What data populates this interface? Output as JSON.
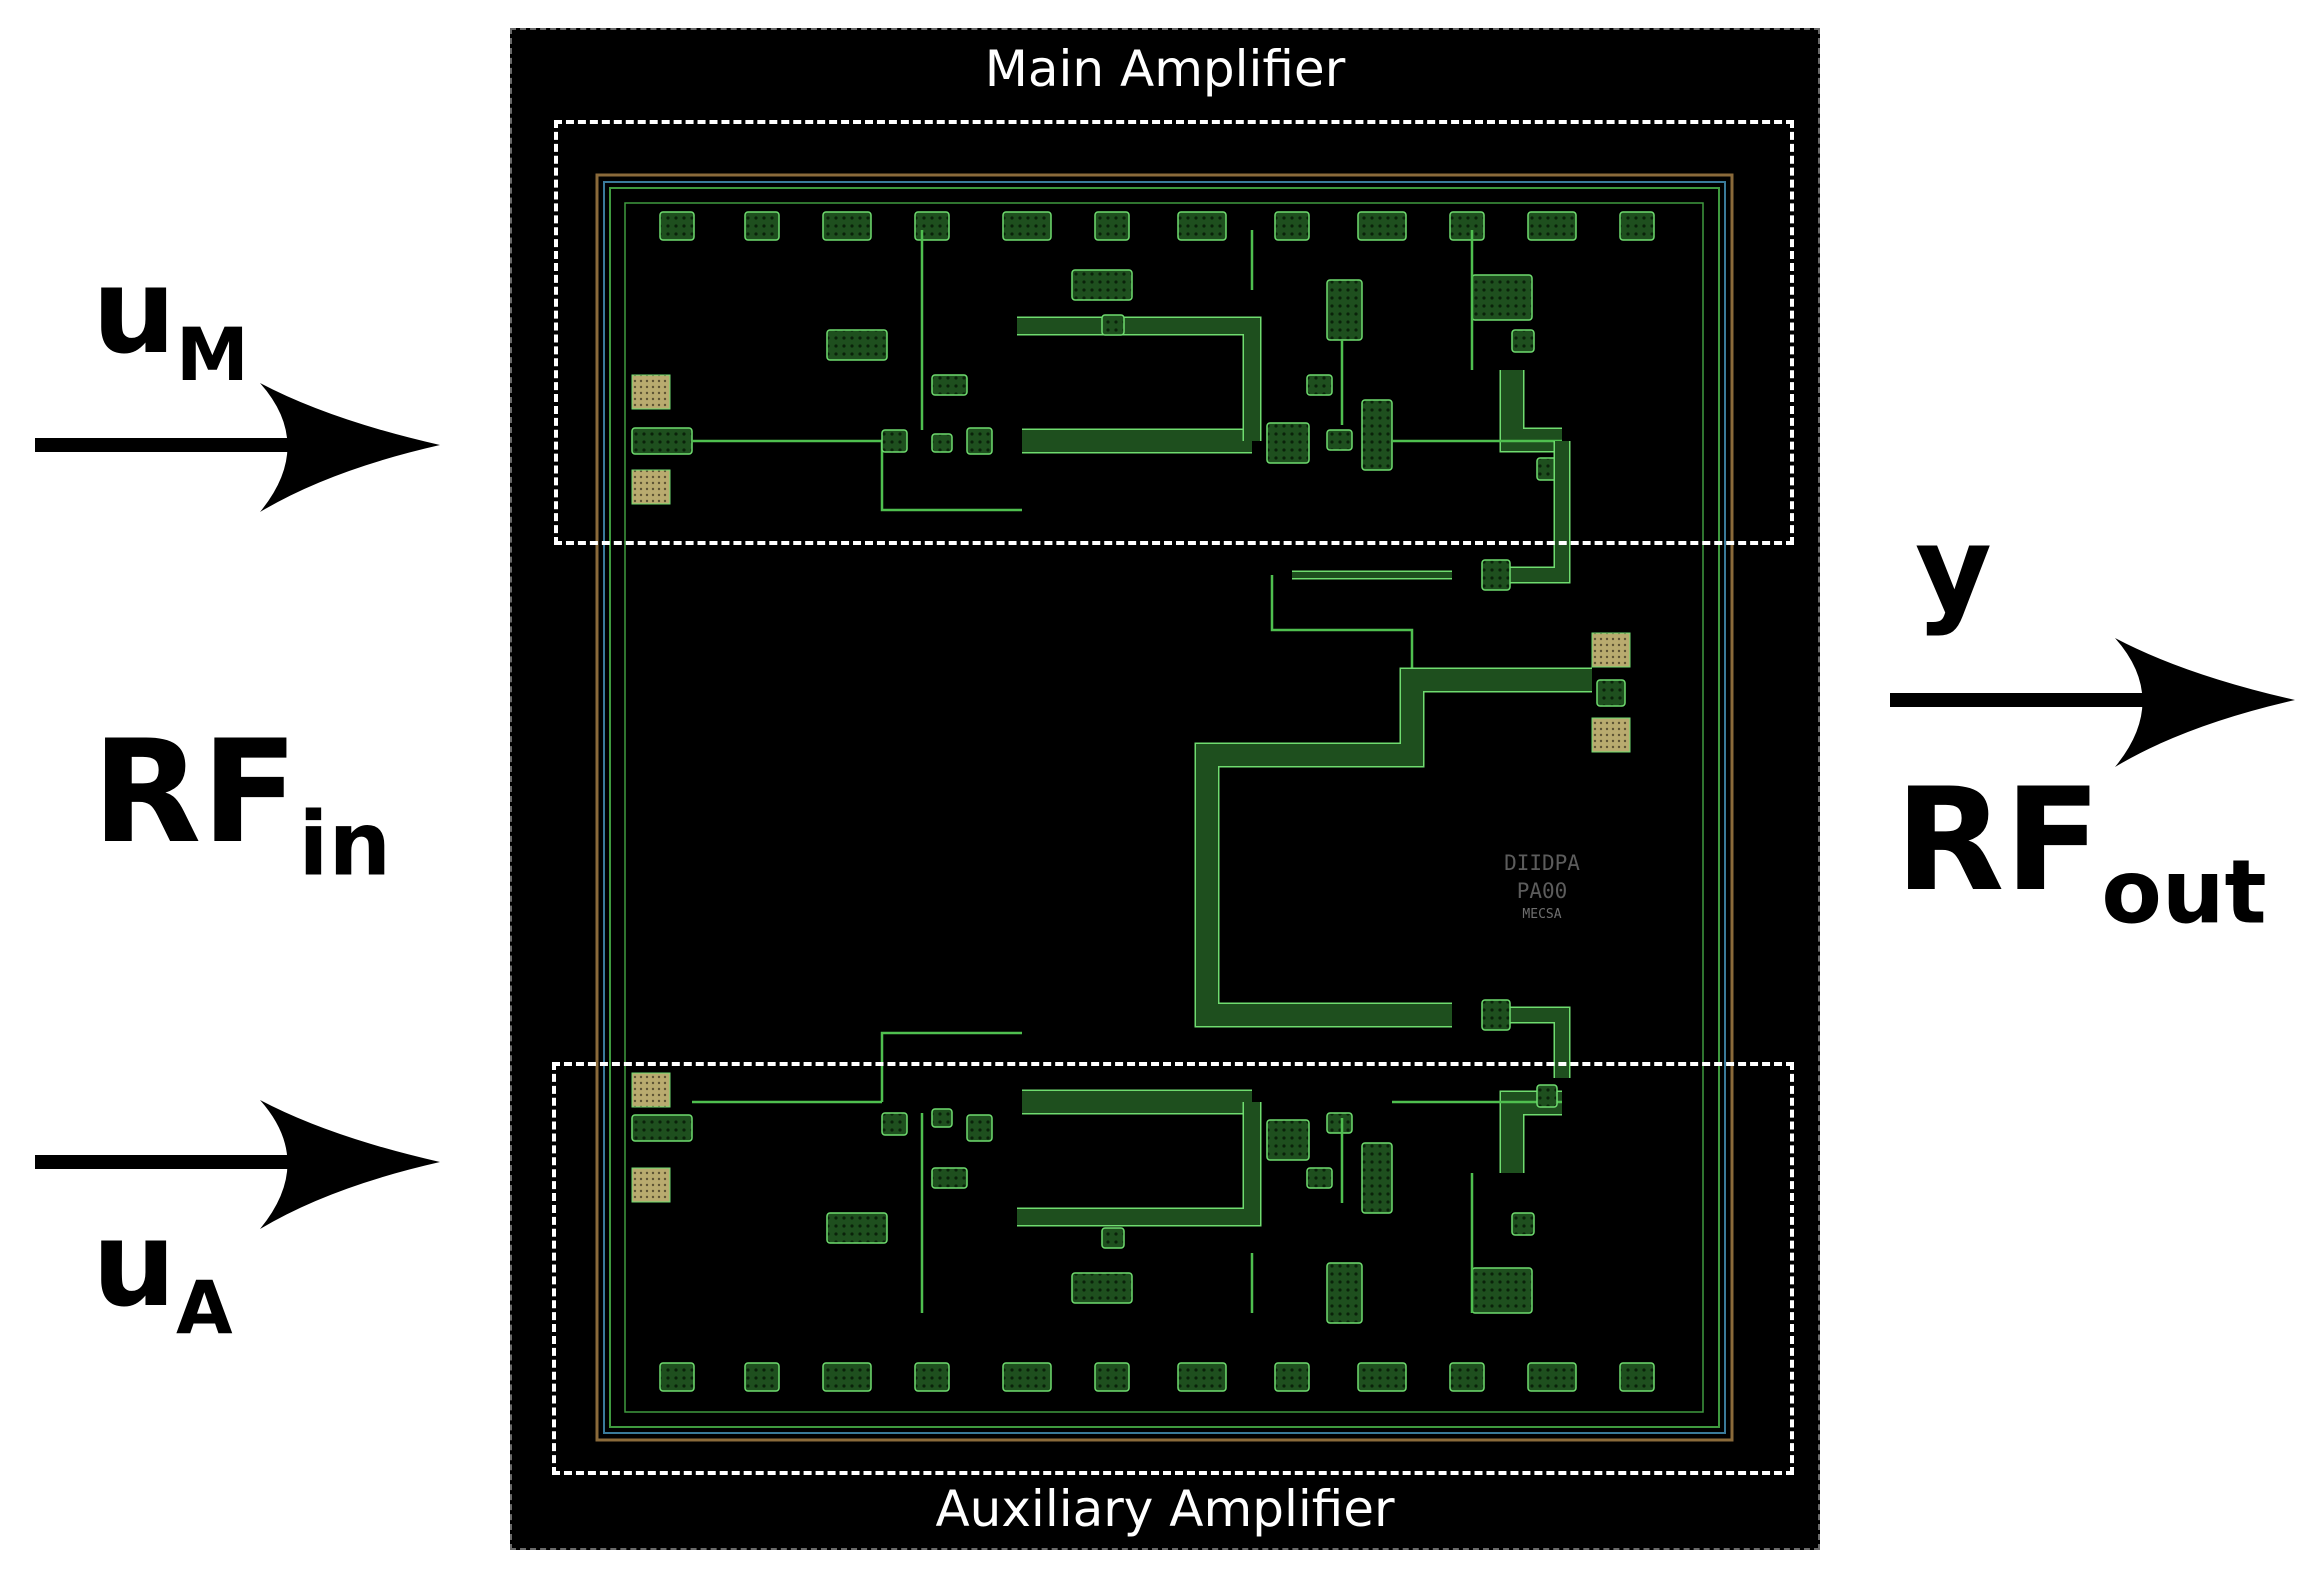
{
  "labels": {
    "u_main": "u",
    "u_main_sub": "M",
    "u_aux": "u",
    "u_aux_sub": "A",
    "rf_in": "RF",
    "rf_in_sub": "in",
    "y": "y",
    "rf_out": "RF",
    "rf_out_sub": "out"
  },
  "chip": {
    "main_title": "Main Amplifier",
    "aux_title": "Auxiliary Amplifier",
    "marking_line1": "DIIDPA",
    "marking_line2": "PA00",
    "marking_line3": "MECSA"
  },
  "colors": {
    "background": "#ffffff",
    "chip": "#000000",
    "trace": "#1f5a1f",
    "trace_edge": "#6fdc6f",
    "box": "#ffffff"
  }
}
